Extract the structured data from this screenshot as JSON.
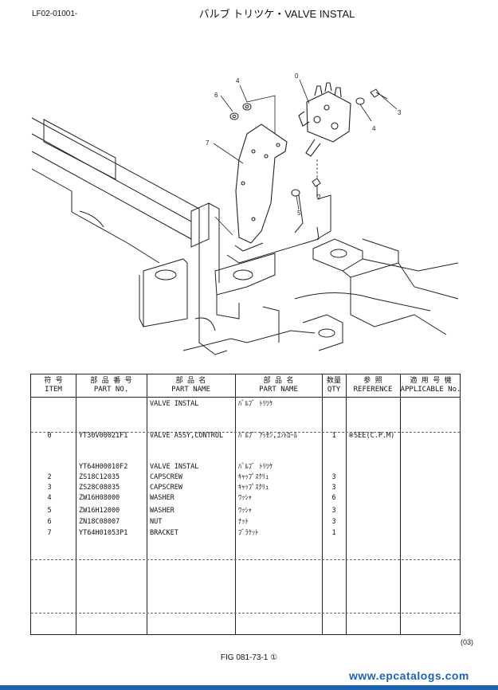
{
  "header": {
    "code": "LF02-01001-",
    "title": "バルブ トリツケ・VALVE INSTAL"
  },
  "drawing": {
    "callouts": [
      "0",
      "2",
      "3",
      "4",
      "4",
      "5",
      "6",
      "7"
    ]
  },
  "table": {
    "headers": [
      {
        "jp": "符 号",
        "en": "ITEM"
      },
      {
        "jp": "部 品 番 号",
        "en": "PART NO."
      },
      {
        "jp": "部 品 名",
        "en": "PART NAME"
      },
      {
        "jp": "部 品 名",
        "en": "PART NAME"
      },
      {
        "jp": "数量",
        "en": "QTY"
      },
      {
        "jp": "参 照",
        "en": "REFERENCE"
      },
      {
        "jp": "適 用 号 機",
        "en": "APPLICABLE No."
      }
    ],
    "rows": [
      {
        "item": "",
        "part_no": "",
        "name_en": "VALVE INSTAL",
        "name_jp": "ﾊﾞﾙﾌﾞ ﾄﾘﾂｹ",
        "qty": "",
        "ref": ""
      },
      {
        "item": "0",
        "part_no": "YT30V00021F1",
        "name_en": "VALVE ASSY,CONTROL",
        "name_jp": "ﾊﾞﾙﾌﾞ ｱｯｾﾝ,ｺﾝﾄﾛｰﾙ",
        "qty": "1",
        "ref": "※SEE(C.P.M)"
      },
      {
        "item": "",
        "part_no": "YT64H00010F2",
        "name_en": "VALVE INSTAL",
        "name_jp": "ﾊﾞﾙﾌﾞ ﾄﾘﾂｹ",
        "qty": "",
        "ref": ""
      },
      {
        "item": "2",
        "part_no": "ZS18C12035",
        "name_en": "CAPSCREW",
        "name_jp": "ｷｬｯﾌﾟｽｸﾘｭ",
        "qty": "3",
        "ref": ""
      },
      {
        "item": "3",
        "part_no": "ZS28C08035",
        "name_en": "CAPSCREW",
        "name_jp": "ｷｬｯﾌﾟｽｸﾘｭ",
        "qty": "3",
        "ref": ""
      },
      {
        "item": "4",
        "part_no": "ZW16H08000",
        "name_en": "WASHER",
        "name_jp": "ﾜｯｼｬ",
        "qty": "6",
        "ref": ""
      },
      {
        "item": "5",
        "part_no": "ZW16H12000",
        "name_en": "WASHER",
        "name_jp": "ﾜｯｼｬ",
        "qty": "3",
        "ref": ""
      },
      {
        "item": "6",
        "part_no": "ZN18C08007",
        "name_en": "NUT",
        "name_jp": "ﾅｯﾄ",
        "qty": "3",
        "ref": ""
      },
      {
        "item": "7",
        "part_no": "YT64H01053P1",
        "name_en": "BRACKET",
        "name_jp": "ﾌﾞﾗｹｯﾄ",
        "qty": "1",
        "ref": ""
      }
    ]
  },
  "footer": {
    "page": "(03)",
    "figure": "FIG 081-73-1 ①",
    "watermark": "www.epcatalogs.com"
  }
}
